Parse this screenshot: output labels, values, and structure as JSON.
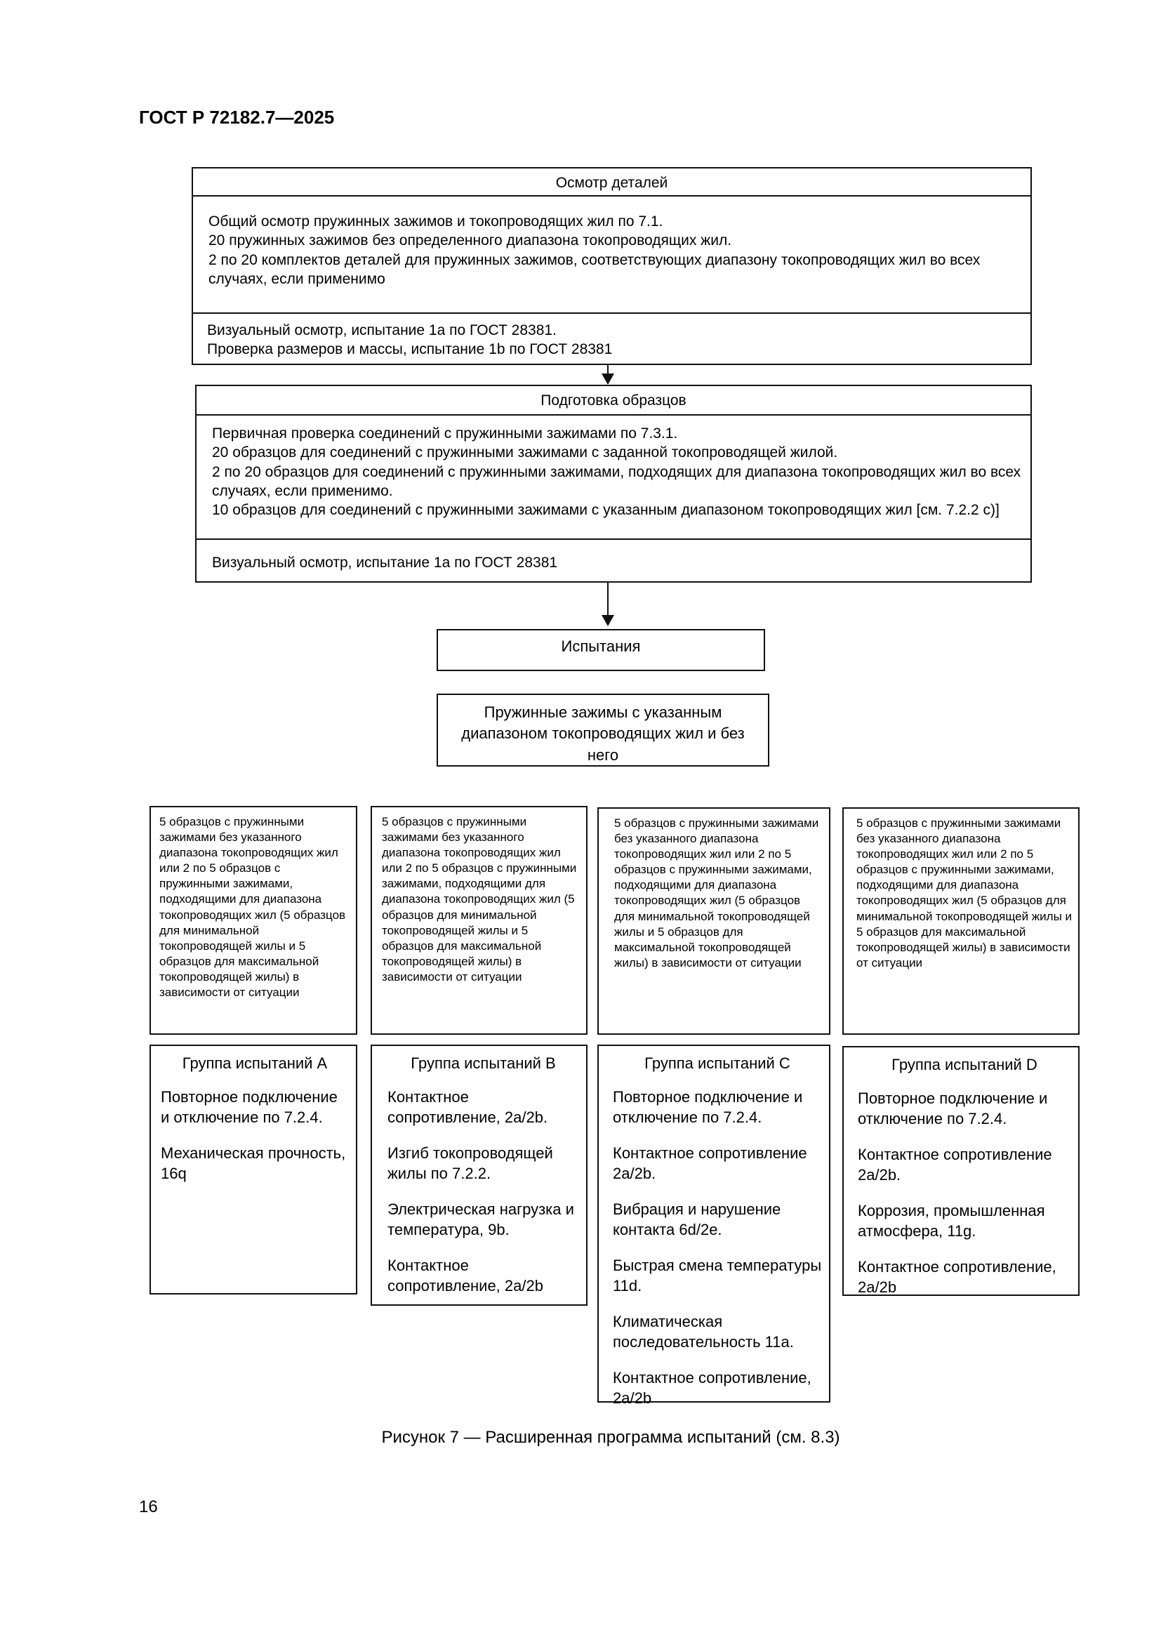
{
  "header": {
    "doc_code": "ГОСТ Р 72182.7—2025"
  },
  "inspection": {
    "title": "Осмотр деталей",
    "lines": [
      "Общий осмотр пружинных зажимов и токопроводящих жил по 7.1.",
      "20 пружинных зажимов без определенного диапазона токопроводящих жил.",
      "2 по 20 комплектов деталей для пружинных зажимов, соответствующих диапазону токопроводящих жил во всех случаях, если применимо"
    ],
    "check_lines": [
      "Визуальный осмотр, испытание 1a по ГОСТ 28381.",
      "Проверка размеров и массы, испытание 1b по ГОСТ 28381"
    ]
  },
  "preparation": {
    "title": "Подготовка образцов",
    "lines": [
      "Первичная проверка соединений с пружинными зажимами по 7.3.1.",
      "20 образцов для соединений с пружинными зажимами с заданной токопроводящей жилой.",
      "2 по 20 образцов для соединений с пружинными зажимами, подходящих для диапазона токопроводящих жил во всех случаях, если применимо.",
      "10 образцов для соединений с пружинными зажимами с указанным диапазоном токопроводящих жил [см. 7.2.2 c)]"
    ],
    "check_line": "Визуальный осмотр, испытание 1a по ГОСТ 28381"
  },
  "tests": {
    "title": "Испытания"
  },
  "clamps": {
    "title": "Пружинные зажимы с указанным диапазоном токопроводящих жил и без него"
  },
  "samples": [
    "5 образцов с пружинными зажимами без указанного диапазона токопроводящих жил или 2 по 5 образцов с пружинными  зажимами, подходящими для диапазона токопроводящих жил (5 образцов для минимальной токопроводящей жилы и 5 образцов для максимальной токопроводящей жилы) в зависимости от ситуации",
    "5 образцов с пружинными зажимами  без указанного диапазона токопроводящих жил или 2 по 5 образцов с пружинными зажимами, подходящими для диапазона токопроводящих жил (5 образцов для минимальной токопроводящей жилы и 5 образцов для максимальной токопроводящей жилы) в зависимости от ситуации",
    "5 образцов с пружинными зажимами без указанного диапазона токопроводящих жил или 2 по 5 образцов с пружинными зажимами, подходящими для диапазона токопроводящих жил (5 образцов для минимальной токопроводящей жилы и 5 образцов для максимальной токопроводящей жилы) в зависимости от ситуации",
    "5 образцов с пружинными зажимами без указанного диапазона токопроводящих жил или 2 по 5 образцов  с пружинными зажимами, подходящими для диапазона токопроводящих жил (5 образцов для минимальной токопроводящей жилы  и 5 образцов для максимальной токопроводящей жилы) в зависимости от ситуации"
  ],
  "groups": [
    {
      "title": "Группа испытаний A",
      "items": [
        "Повторное подключение и отключение по 7.2.4.",
        "Механическая прочность, 16q"
      ]
    },
    {
      "title": "Группа испытаний B",
      "items": [
        "Контактное сопротивление, 2a/2b.",
        "Изгиб токопроводящей жилы по 7.2.2.",
        "Электрическая нагрузка и температура, 9b.",
        "Контактное сопротивление, 2a/2b"
      ]
    },
    {
      "title": "Группа испытаний C",
      "items": [
        "Повторное подключение и отключение по 7.2.4.",
        "Контактное сопротивление 2a/2b.",
        "Вибрация и нарушение контакта 6d/2e.",
        "Быстрая смена температуры 11d.",
        "Климатическая последовательность 11a.",
        "Контактное сопротивление, 2a/2b"
      ]
    },
    {
      "title": "Группа испытаний D",
      "items": [
        "Повторное подключение и отключение по 7.2.4.",
        "Контактное сопротивление 2a/2b.",
        "Коррозия, промышленная атмосфера, 11g.",
        "Контактное сопротивление, 2a/2b"
      ]
    }
  ],
  "caption": "Рисунок 7 — Расширенная программа испытаний (см. 8.3)",
  "page_number": "16"
}
